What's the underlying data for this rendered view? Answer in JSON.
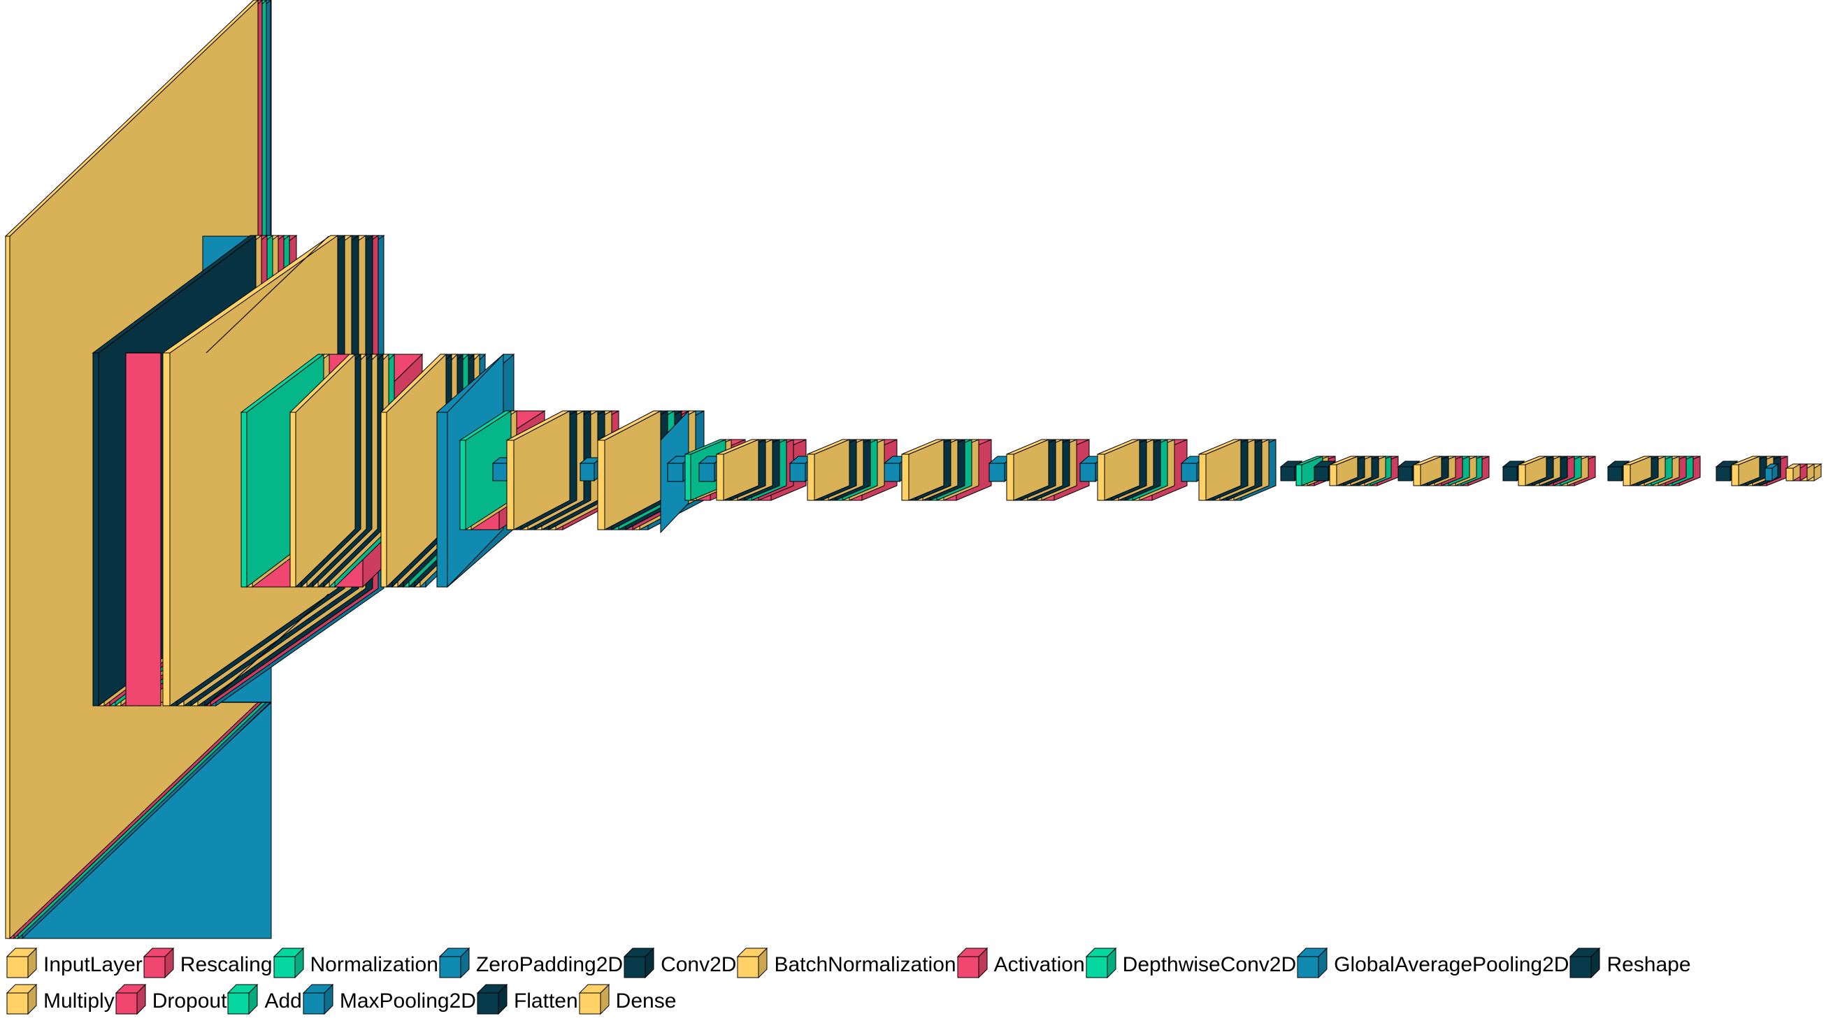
{
  "colors": {
    "yellow": "#FFD166",
    "red": "#EF476F",
    "green": "#06D6A0",
    "blue": "#118AB2",
    "navy": "#073B4C",
    "outline": "#000000",
    "background": "#FFFFFF"
  },
  "legend": {
    "row1": [
      {
        "label": "InputLayer",
        "color": "#FFD166"
      },
      {
        "label": "Rescaling",
        "color": "#EF476F"
      },
      {
        "label": "Normalization",
        "color": "#06D6A0"
      },
      {
        "label": "ZeroPadding2D",
        "color": "#118AB2"
      },
      {
        "label": "Conv2D",
        "color": "#073B4C"
      },
      {
        "label": "BatchNormalization",
        "color": "#FFD166"
      },
      {
        "label": "Activation",
        "color": "#EF476F"
      },
      {
        "label": "DepthwiseConv2D",
        "color": "#06D6A0"
      },
      {
        "label": "GlobalAveragePooling2D",
        "color": "#118AB2"
      },
      {
        "label": "Reshape",
        "color": "#073B4C"
      }
    ],
    "row2": [
      {
        "label": "Multiply",
        "color": "#FFD166"
      },
      {
        "label": "Dropout",
        "color": "#EF476F"
      },
      {
        "label": "Add",
        "color": "#06D6A0"
      },
      {
        "label": "MaxPooling2D",
        "color": "#118AB2"
      },
      {
        "label": "Flatten",
        "color": "#073B4C"
      },
      {
        "label": "Dense",
        "color": "#FFD166"
      }
    ]
  }
}
